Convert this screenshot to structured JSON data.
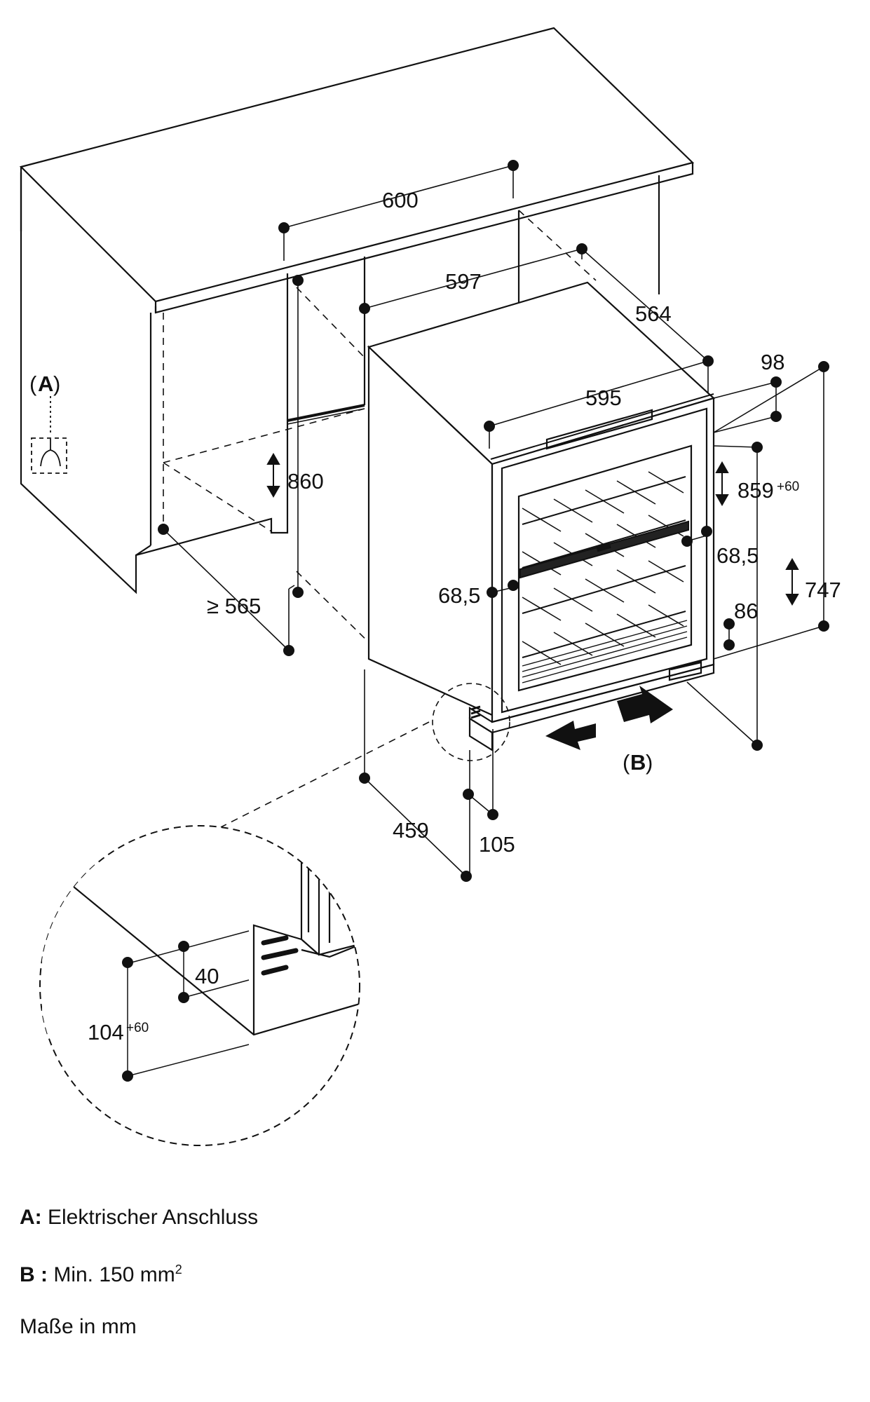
{
  "diagram": {
    "dimensions": {
      "d600": "600",
      "d597": "597",
      "d564": "564",
      "d595": "595",
      "d98": "98",
      "d860": "860",
      "d859": "859",
      "d859_tol": "+60",
      "d747": "747",
      "d685_left": "68,5",
      "d685_right": "68,5",
      "d86": "86",
      "d565": "≥ 565",
      "d459": "459",
      "d105": "105",
      "d40": "40",
      "d104": "104",
      "d104_tol": "+60"
    },
    "markers": {
      "a_open": "(",
      "a_letter": "A",
      "a_close": ")",
      "b_open": "(",
      "b_letter": "B",
      "b_close": ")"
    }
  },
  "legend": {
    "a_key": "A:",
    "a_text": "Elektrischer Anschluss",
    "b_key": "B :",
    "b_text": "Min. 150 mm",
    "b_sup": "2",
    "units": "Maße in mm"
  }
}
